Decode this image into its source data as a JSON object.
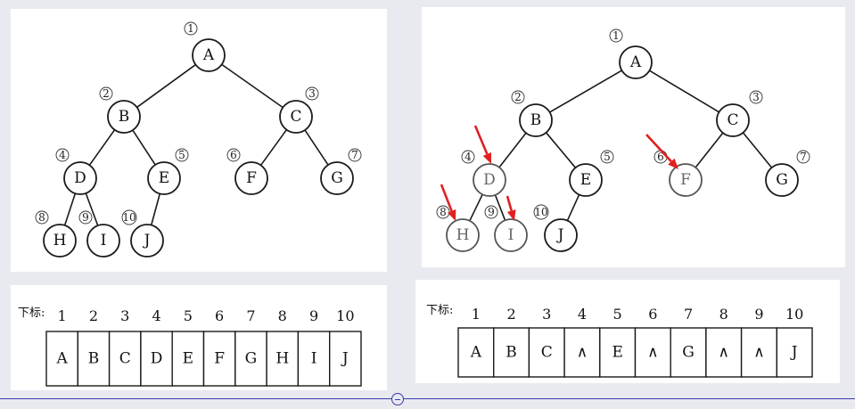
{
  "left_tree": {
    "nodes": [
      {
        "id": "A",
        "label": "A",
        "num": "1"
      },
      {
        "id": "B",
        "label": "B",
        "num": "2"
      },
      {
        "id": "C",
        "label": "C",
        "num": "3"
      },
      {
        "id": "D",
        "label": "D",
        "num": "4"
      },
      {
        "id": "E",
        "label": "E",
        "num": "5"
      },
      {
        "id": "F",
        "label": "F",
        "num": "6"
      },
      {
        "id": "G",
        "label": "G",
        "num": "7"
      },
      {
        "id": "H",
        "label": "H",
        "num": "8"
      },
      {
        "id": "I",
        "label": "I",
        "num": "9"
      },
      {
        "id": "J",
        "label": "J",
        "num": "10"
      }
    ],
    "edges": [
      [
        "A",
        "B"
      ],
      [
        "A",
        "C"
      ],
      [
        "B",
        "D"
      ],
      [
        "B",
        "E"
      ],
      [
        "C",
        "F"
      ],
      [
        "C",
        "G"
      ],
      [
        "D",
        "H"
      ],
      [
        "D",
        "I"
      ],
      [
        "E",
        "J"
      ]
    ]
  },
  "right_tree": {
    "nodes": [
      {
        "id": "A",
        "label": "A",
        "num": "1"
      },
      {
        "id": "B",
        "label": "B",
        "num": "2"
      },
      {
        "id": "C",
        "label": "C",
        "num": "3"
      },
      {
        "id": "D",
        "label": "D",
        "num": "4",
        "highlighted": true
      },
      {
        "id": "E",
        "label": "E",
        "num": "5"
      },
      {
        "id": "F",
        "label": "F",
        "num": "6",
        "highlighted": true
      },
      {
        "id": "G",
        "label": "G",
        "num": "7"
      },
      {
        "id": "H",
        "label": "H",
        "num": "8",
        "highlighted": true
      },
      {
        "id": "I",
        "label": "I",
        "num": "9",
        "highlighted": true
      },
      {
        "id": "J",
        "label": "J",
        "num": "10"
      }
    ],
    "edges": [
      [
        "A",
        "B"
      ],
      [
        "A",
        "C"
      ],
      [
        "B",
        "D"
      ],
      [
        "B",
        "E"
      ],
      [
        "C",
        "F"
      ],
      [
        "C",
        "G"
      ],
      [
        "D",
        "H"
      ],
      [
        "D",
        "I"
      ],
      [
        "E",
        "J"
      ]
    ],
    "arrow_color": "#e02020"
  },
  "left_array": {
    "caption": "下标:",
    "indices": [
      "1",
      "2",
      "3",
      "4",
      "5",
      "6",
      "7",
      "8",
      "9",
      "10"
    ],
    "cells": [
      "A",
      "B",
      "C",
      "D",
      "E",
      "F",
      "G",
      "H",
      "I",
      "J"
    ]
  },
  "right_array": {
    "caption": "下标:",
    "indices": [
      "1",
      "2",
      "3",
      "4",
      "5",
      "6",
      "7",
      "8",
      "9",
      "10"
    ],
    "cells": [
      "A",
      "B",
      "C",
      "∧",
      "E",
      "∧",
      "G",
      "∧",
      "∧",
      "J"
    ]
  }
}
